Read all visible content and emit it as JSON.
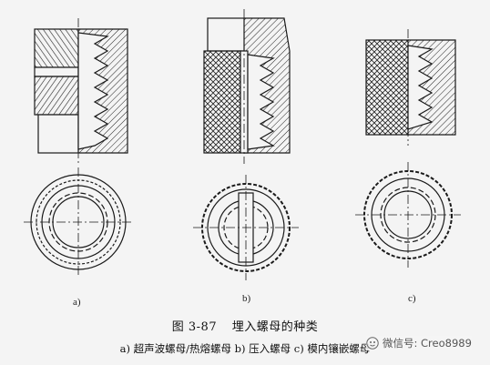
{
  "labels": {
    "a": "a)",
    "b": "b)",
    "c": "c)"
  },
  "caption": {
    "figure_no": "图 3-87",
    "title": "埋入螺母的种类",
    "subtitle": "a) 超声波螺母/热熔螺母   b) 压入螺母   c) 模内镶嵌螺母"
  },
  "watermark": {
    "text": "微信号: Creo8989",
    "icon": "wechat-icon"
  },
  "colors": {
    "line": "#1a1a1a",
    "background": "#f4f4f4"
  }
}
